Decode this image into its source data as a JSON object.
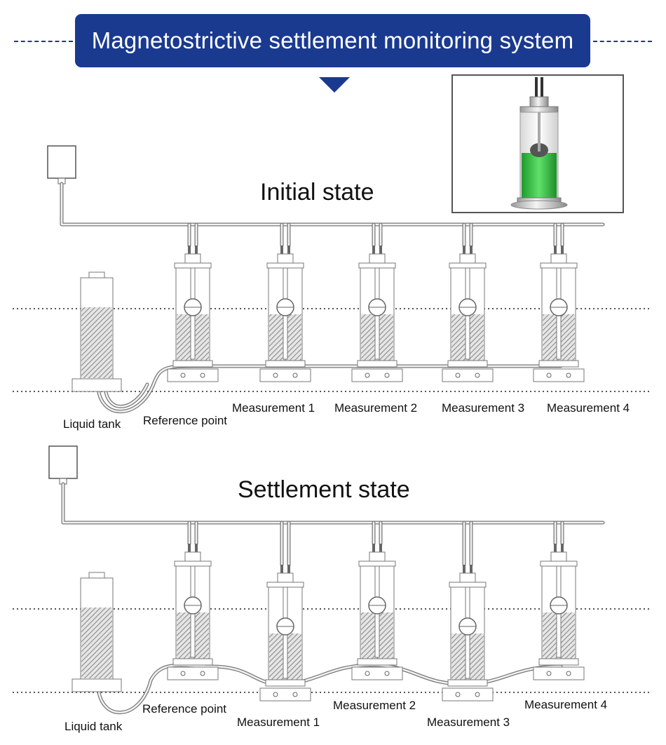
{
  "header": {
    "title": "Magnetostrictive settlement monitoring system"
  },
  "initial_state": {
    "title": "Initial state",
    "labels": {
      "liquid_tank": "Liquid tank",
      "reference_point": "Reference point",
      "m1": "Measurement 1",
      "m2": "Measurement 2",
      "m3": "Measurement 3",
      "m4": "Measurement 4"
    }
  },
  "settlement_state": {
    "title": "Settlement state",
    "labels": {
      "liquid_tank": "Liquid tank",
      "reference_point": "Reference point",
      "m1": "Measurement 1",
      "m2": "Measurement 2",
      "m3": "Measurement 3",
      "m4": "Measurement 4"
    }
  },
  "colors": {
    "title_bar": "#1a3a8f",
    "liquid_green": "#39c54a",
    "hatch": "#8a8a8a",
    "pipe": "#888888"
  }
}
